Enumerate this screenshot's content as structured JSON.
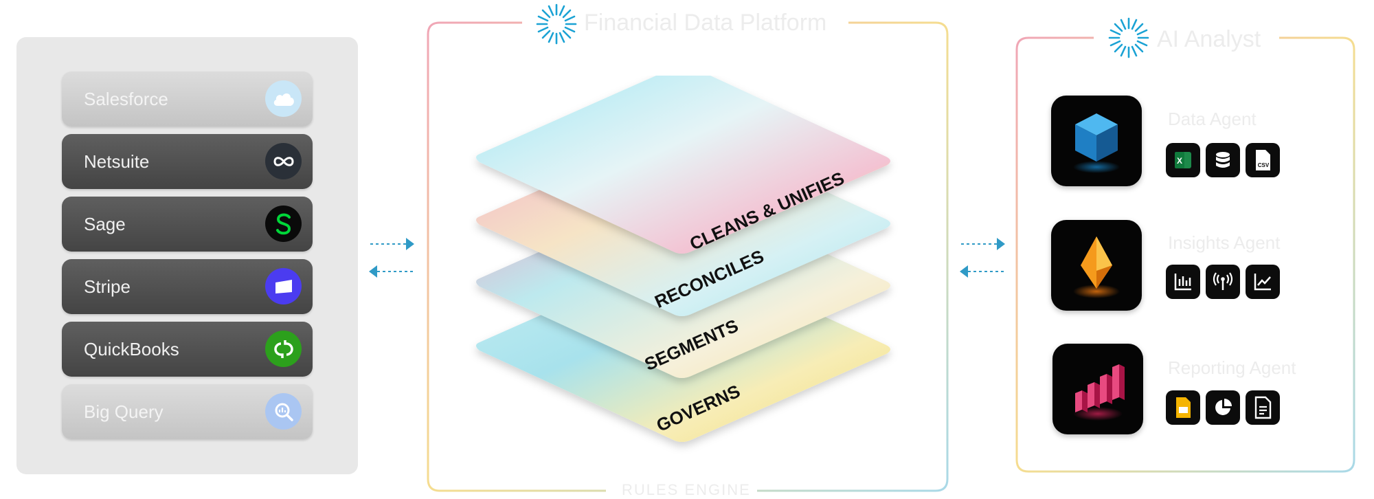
{
  "sources": [
    {
      "label": "Salesforce",
      "icon": "salesforce-cloud-icon",
      "color": "#9fd3ef",
      "faded": true
    },
    {
      "label": "Netsuite",
      "icon": "netsuite-infinity-icon",
      "color": "#2a3038",
      "faded": false
    },
    {
      "label": "Sage",
      "icon": "sage-s-icon",
      "color": "#00d639",
      "faded": false
    },
    {
      "label": "Stripe",
      "icon": "stripe-icon",
      "color": "#4b3cf0",
      "faded": false
    },
    {
      "label": "QuickBooks",
      "icon": "quickbooks-icon",
      "color": "#2ca01c",
      "faded": false
    },
    {
      "label": "Big Query",
      "icon": "bigquery-icon",
      "color": "#8fb4f0",
      "faded": true
    }
  ],
  "platform": {
    "title": "Financial Data Platform",
    "layers": [
      "CLEANS & UNIFIES",
      "RECONCILES",
      "SEGMENTS",
      "GOVERNS"
    ],
    "bottom_caption": "RULES ENGINE"
  },
  "analyst": {
    "title": "AI Analyst",
    "agents": [
      {
        "name": "Data Agent",
        "icon": "cube-icon",
        "tools": [
          "excel-icon",
          "database-icon",
          "csv-file-icon"
        ]
      },
      {
        "name": "Insights Agent",
        "icon": "diamond-icon",
        "tools": [
          "bar-chart-icon",
          "broadcast-icon",
          "line-chart-icon"
        ]
      },
      {
        "name": "Reporting Agent",
        "icon": "bar-chart-3d-icon",
        "tools": [
          "slides-icon",
          "pie-chart-icon",
          "document-icon"
        ]
      }
    ]
  },
  "colors": {
    "pink": "#f0a6b6",
    "yellow": "#f5dd90",
    "blue": "#a9d9e8",
    "arrow": "#2f9ac6",
    "sun": "#1aa2d4"
  }
}
